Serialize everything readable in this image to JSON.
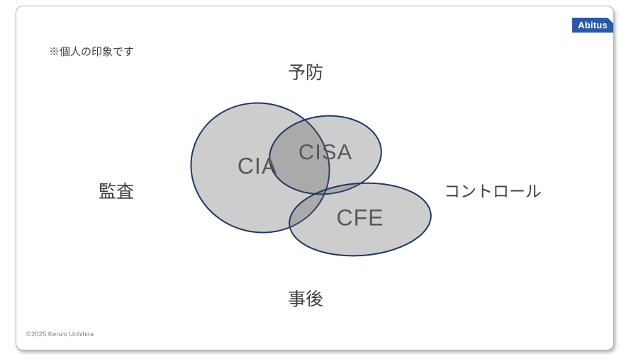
{
  "slide": {
    "note": "※個人の印象です",
    "copyright": "©2025 Kenzo Uchihira",
    "logo_text": "Abitus"
  },
  "diagram": {
    "type": "venn",
    "sets": [
      {
        "id": "cia",
        "label": "CIA"
      },
      {
        "id": "cisa",
        "label": "CISA"
      },
      {
        "id": "cfe",
        "label": "CFE"
      }
    ],
    "axis_labels": {
      "top": "予防",
      "bottom": "事後",
      "left": "監査",
      "right": "コントロール"
    }
  },
  "theme": {
    "ellipse_fill": "#595959",
    "ellipse_fill_opacity": "0.3",
    "ellipse_stroke": "#1f3864",
    "set_label_color": "#595959",
    "axis_label_color": "#3f3f3f",
    "note_color": "#3b3b3b",
    "copyright_color": "#808080",
    "logo_bg": "#2b59a6",
    "logo_text_color": "#ffffff",
    "slide_border": "#b3b3b3"
  }
}
